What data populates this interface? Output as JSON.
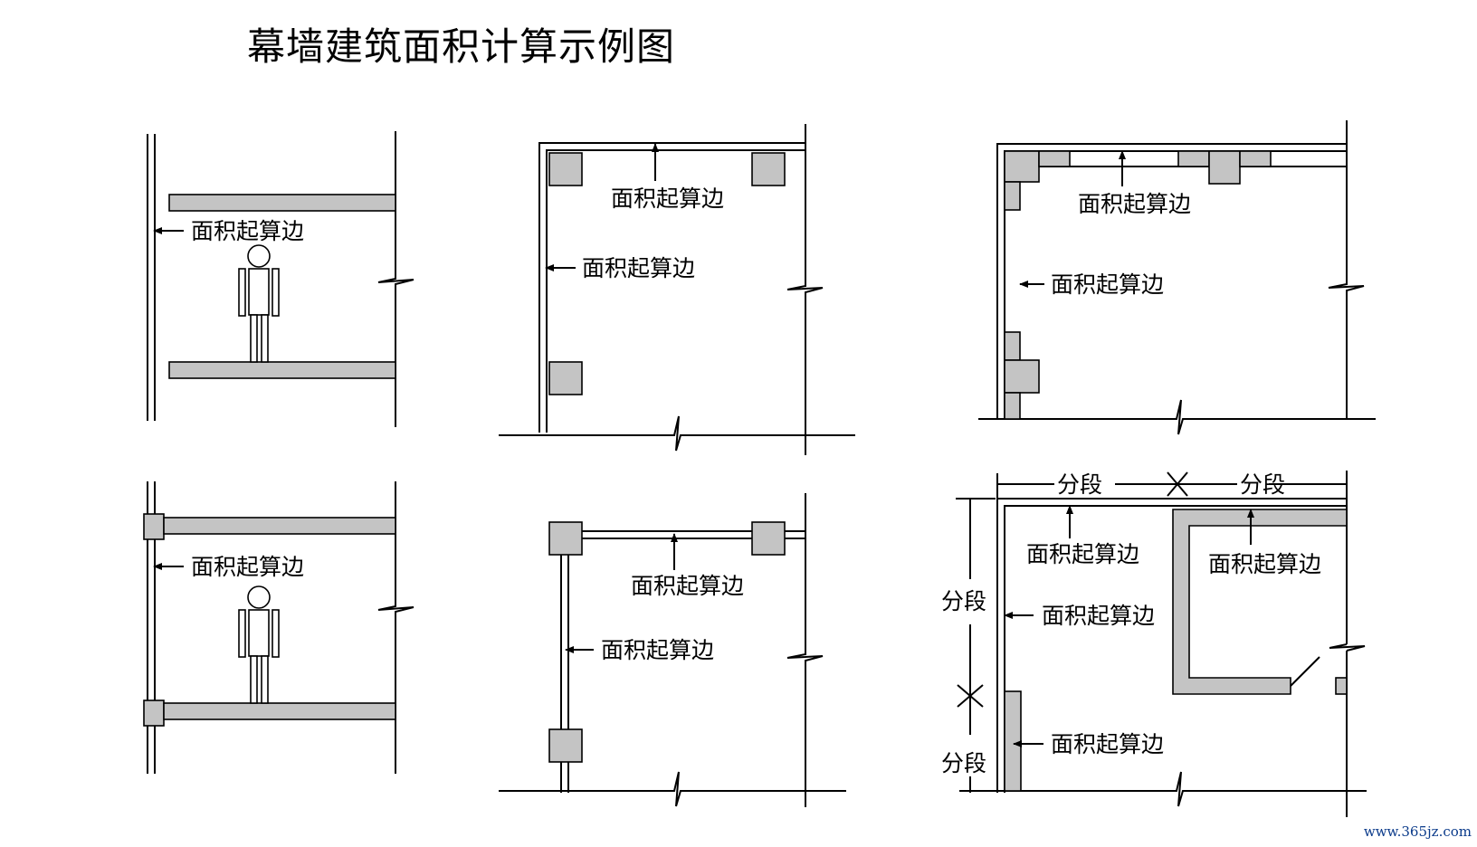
{
  "title": "幕墙建筑面积计算示例图",
  "footer_url": "www.365jz.com",
  "colors": {
    "fill": "#c4c4c4",
    "line": "#000000",
    "url": "#0a3a8a"
  },
  "labels": {
    "area_edge": "面积起算边",
    "segment": "分段"
  }
}
